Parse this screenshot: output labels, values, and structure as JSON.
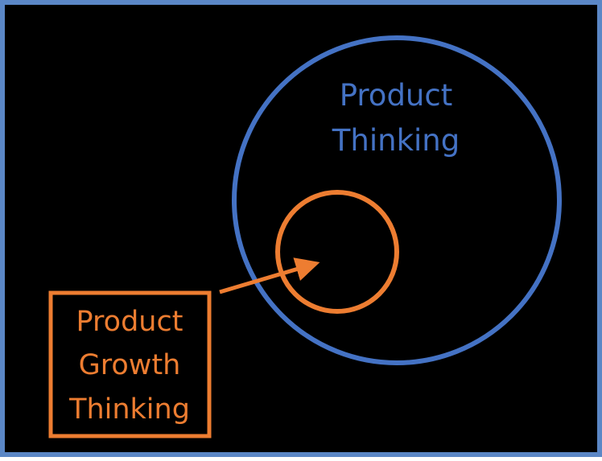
{
  "diagram": {
    "outer_circle": {
      "label_lines": [
        "Product",
        "Thinking"
      ],
      "color": "#4472C4"
    },
    "inner_circle": {
      "color": "#ED7D31"
    },
    "callout_box": {
      "label_lines": [
        "Product",
        "Growth",
        "Thinking"
      ],
      "color": "#ED7D31"
    },
    "background_color": "#000000",
    "border_color": "#5B87C6"
  }
}
